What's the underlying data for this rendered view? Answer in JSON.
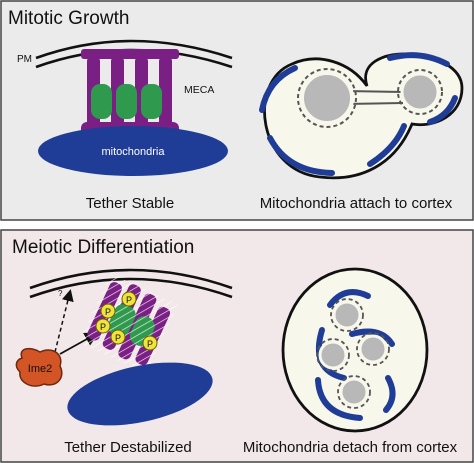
{
  "panels": {
    "mitotic": {
      "title": "Mitotic Growth",
      "background": "#ebebeb",
      "left_caption": "Tether Stable",
      "right_caption": "Mitochondria attach to cortex"
    },
    "meiotic": {
      "title": "Meiotic Differentiation",
      "background": "#f3e8e9",
      "left_caption": "Tether Destabilized",
      "right_caption": "Mitochondria detach from cortex"
    }
  },
  "labels": {
    "pm": "PM",
    "meca": "MECA",
    "mitochondria": "mitochondria",
    "kinase": "Ime2",
    "phospho": "P",
    "unknown": "?"
  },
  "colors": {
    "tether_purple": "#7a1f84",
    "tether_green": "#2f9a4e",
    "mito_blue": "#1f3c97",
    "kinase_orange": "#d35425",
    "phospho_yellow": "#f0e43c",
    "cell_fill": "#f7f7ec",
    "nucleus_gray": "#b8b8b8"
  }
}
